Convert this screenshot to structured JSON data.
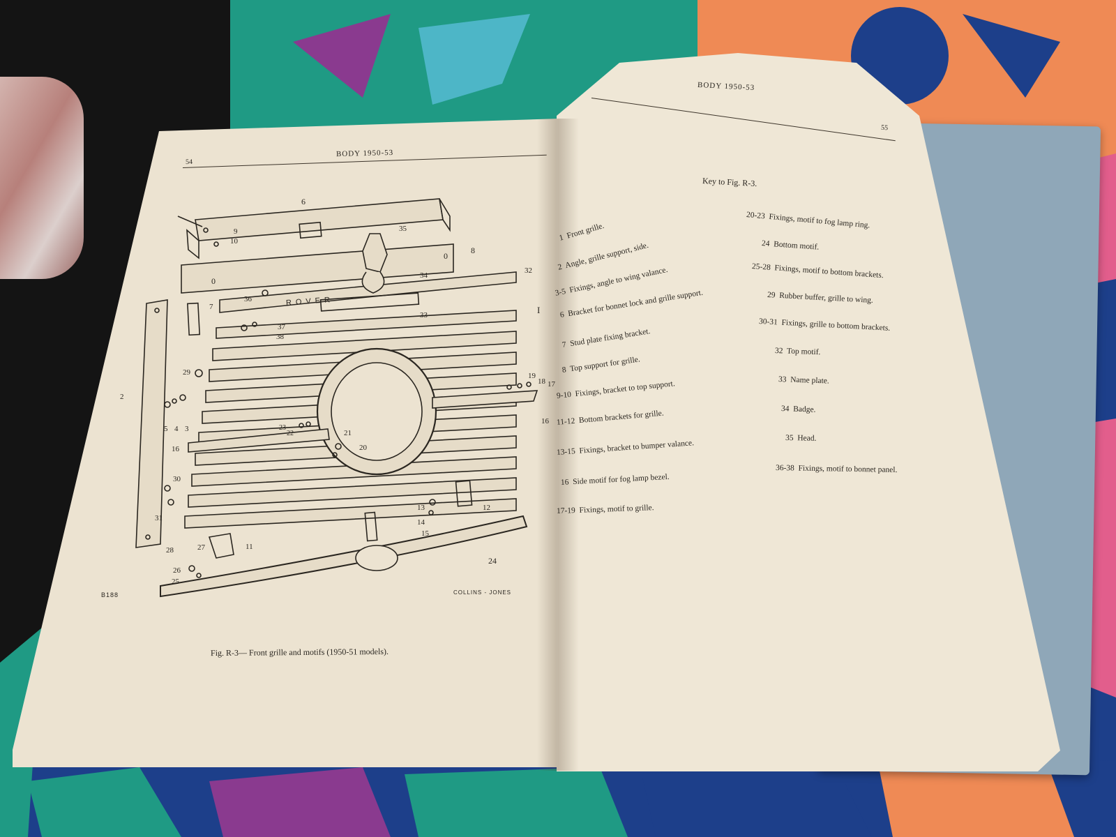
{
  "left_page": {
    "page_number": "54",
    "header": "BODY 1950-53",
    "figure_code": "B188",
    "artist_credit": "COLLINS - JONES",
    "caption": "Fig. R-3— Front grille and motifs (1950-51 models).",
    "callouts": [
      "6",
      "9",
      "10",
      "35",
      "8",
      "0",
      "0",
      "32",
      "34",
      "36",
      "33",
      "I",
      "7",
      "37",
      "38",
      "29",
      "2",
      "5",
      "4",
      "3",
      "19",
      "18",
      "17",
      "16",
      "23",
      "22",
      "21",
      "20",
      "16",
      "30",
      "31",
      "13",
      "12",
      "14",
      "15",
      "28",
      "27",
      "11",
      "26",
      "25",
      "24"
    ]
  },
  "right_page": {
    "header": "BODY 1950-53",
    "page_number": "55",
    "key_title": "Key to Fig. R-3.",
    "key_left": [
      {
        "num": "1",
        "text": "Front grille."
      },
      {
        "num": "2",
        "text": "Angle, grille support, side."
      },
      {
        "num": "3-5",
        "text": "Fixings, angle to wing valance."
      },
      {
        "num": "6",
        "text": "Bracket for bonnet lock and grille support."
      },
      {
        "num": "7",
        "text": "Stud plate fixing bracket."
      },
      {
        "num": "8",
        "text": "Top support for grille."
      },
      {
        "num": "9-10",
        "text": "Fixings, bracket to top support."
      },
      {
        "num": "11-12",
        "text": "Bottom brackets for grille."
      },
      {
        "num": "13-15",
        "text": "Fixings, bracket to bumper valance."
      },
      {
        "num": "16",
        "text": "Side motif for fog lamp bezel."
      },
      {
        "num": "17-19",
        "text": "Fixings, motif to grille."
      }
    ],
    "key_right": [
      {
        "num": "20-23",
        "text": "Fixings, motif to fog lamp ring."
      },
      {
        "num": "24",
        "text": "Bottom motif."
      },
      {
        "num": "25-28",
        "text": "Fixings, motif to bottom brackets."
      },
      {
        "num": "29",
        "text": "Rubber buffer, grille to wing."
      },
      {
        "num": "30-31",
        "text": "Fixings, grille to bottom brackets."
      },
      {
        "num": "32",
        "text": "Top motif."
      },
      {
        "num": "33",
        "text": "Name plate."
      },
      {
        "num": "34",
        "text": "Badge."
      },
      {
        "num": "35",
        "text": "Head."
      },
      {
        "num": "36-38",
        "text": "Fixings, motif to bonnet panel."
      }
    ]
  },
  "name_plate_text": "ROVER",
  "colors": {
    "paper_left": "#ece3d1",
    "paper_right": "#efe7d6",
    "ink": "#2a2620",
    "rug_teal": "#1f9a84",
    "rug_blue": "#1d3f8a",
    "rug_pink": "#e25e8c",
    "rug_orange": "#ef8a55",
    "cover_grey": "#8fa7b8"
  }
}
